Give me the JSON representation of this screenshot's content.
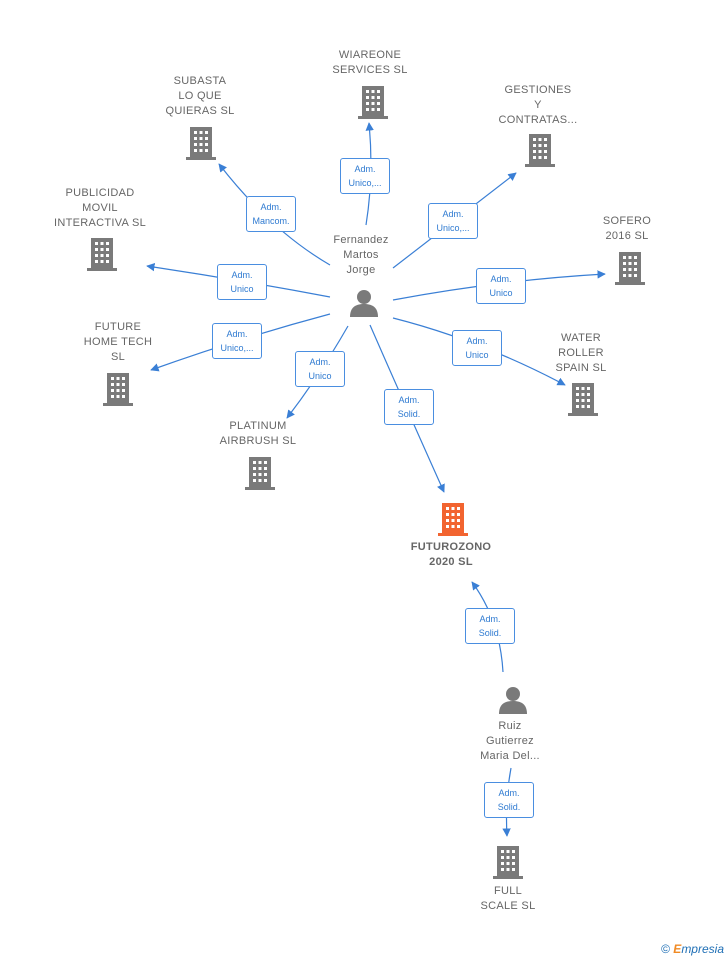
{
  "nodes": {
    "fernandez": {
      "label": "Fernandez\nMartos\nJorge",
      "type": "person"
    },
    "ruiz": {
      "label": "Ruiz\nGutierrez\nMaria Del...",
      "type": "person"
    },
    "wiareone": {
      "label": "WIAREONE\nSERVICES  SL",
      "type": "company"
    },
    "subasta": {
      "label": "SUBASTA\nLO QUE\nQUIERAS  SL",
      "type": "company"
    },
    "gestiones": {
      "label": "GESTIONES\nY\nCONTRATAS...",
      "type": "company"
    },
    "publicidad": {
      "label": "PUBLICIDAD\nMOVIL\nINTERACTIVA SL",
      "type": "company"
    },
    "sofero": {
      "label": "SOFERO\n2016  SL",
      "type": "company"
    },
    "future": {
      "label": "FUTURE\nHOME TECH\nSL",
      "type": "company"
    },
    "water": {
      "label": "WATER\nROLLER\nSPAIN SL",
      "type": "company"
    },
    "platinum": {
      "label": "PLATINUM\nAIRBRUSH SL",
      "type": "company"
    },
    "futurozono": {
      "label": "FUTUROZONO\n2020  SL",
      "type": "company-focus"
    },
    "fullscale": {
      "label": "FULL\nSCALE SL",
      "type": "company"
    }
  },
  "edges": [
    {
      "id": "e-wiareone",
      "label": "Adm.\nUnico,..."
    },
    {
      "id": "e-subasta",
      "label": "Adm.\nMancom."
    },
    {
      "id": "e-gestiones",
      "label": "Adm.\nUnico,..."
    },
    {
      "id": "e-publicidad",
      "label": "Adm.\nUnico"
    },
    {
      "id": "e-sofero",
      "label": "Adm.\nUnico"
    },
    {
      "id": "e-future",
      "label": "Adm.\nUnico,..."
    },
    {
      "id": "e-water",
      "label": "Adm.\nUnico"
    },
    {
      "id": "e-platinum",
      "label": "Adm.\nUnico"
    },
    {
      "id": "e-futurozono-f",
      "label": "Adm.\nSolid."
    },
    {
      "id": "e-futurozono-r",
      "label": "Adm.\nSolid."
    },
    {
      "id": "e-fullscale",
      "label": "Adm.\nSolid."
    }
  ],
  "colors": {
    "edge": "#3a7fd5",
    "building": "#7a7a7a",
    "building_focus": "#f26430",
    "person": "#7a7a7a"
  },
  "footer": {
    "copyright": "©",
    "brand_e": "E",
    "brand_rest": "mpresia"
  }
}
